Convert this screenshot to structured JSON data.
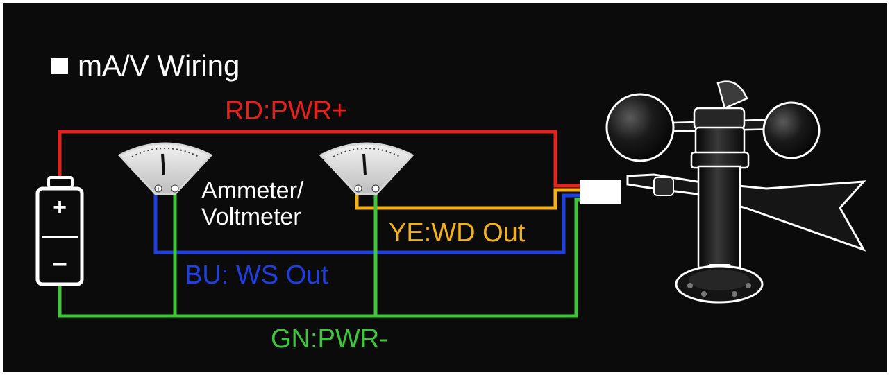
{
  "title": "mA/V Wiring",
  "meter_label_line1": "Ammeter/",
  "meter_label_line2": "Voltmeter",
  "wires": {
    "red": {
      "label": "RD:PWR+",
      "color": "#e8201a"
    },
    "yellow": {
      "label": "YE:WD Out",
      "color": "#f3b21a"
    },
    "blue": {
      "label": "BU: WS Out",
      "color": "#1f3fe0"
    },
    "green": {
      "label": "GN:PWR-",
      "color": "#3fc63a"
    }
  },
  "battery": {
    "positive_symbol": "+",
    "negative_symbol": "−"
  },
  "meter": {
    "plus": "+",
    "minus": "−"
  }
}
